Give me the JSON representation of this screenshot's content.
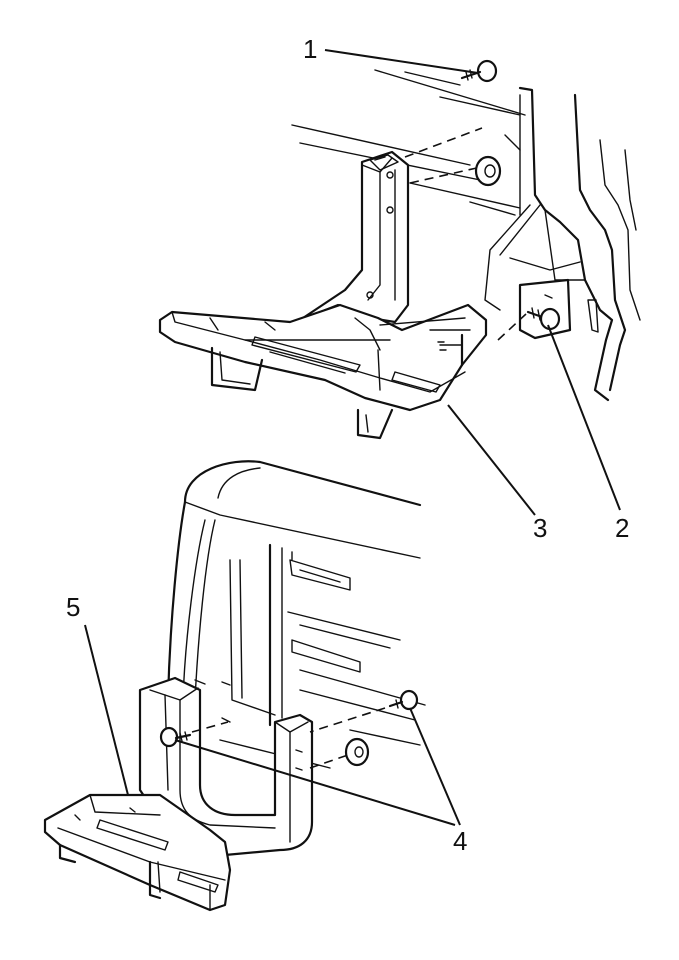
{
  "callouts": [
    {
      "id": "1",
      "text": "1"
    },
    {
      "id": "2",
      "text": "2"
    },
    {
      "id": "3",
      "text": "3"
    },
    {
      "id": "4",
      "text": "4"
    },
    {
      "id": "5",
      "text": "5"
    }
  ],
  "colors": {
    "line": "#111111",
    "background": "#ffffff"
  }
}
